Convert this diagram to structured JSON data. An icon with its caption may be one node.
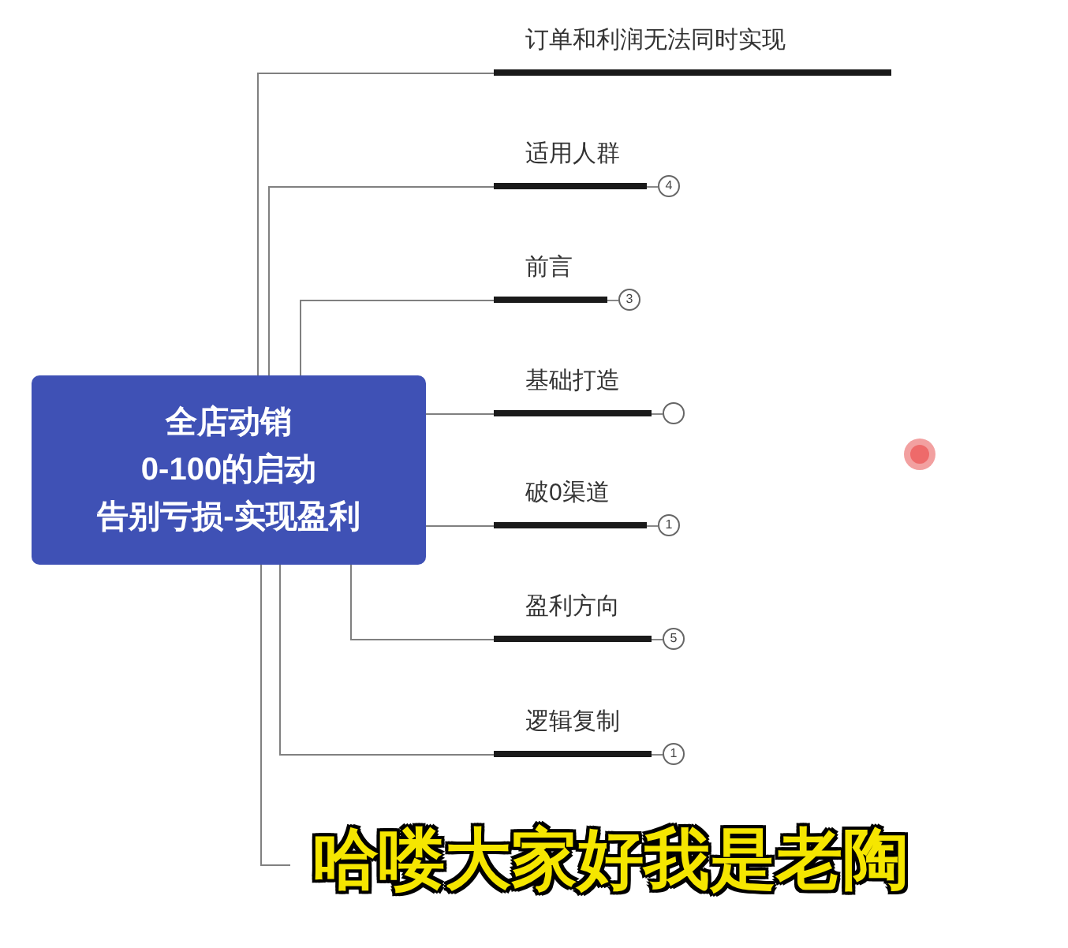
{
  "diagram": {
    "nodes": [
      {
        "text": [
          "全店动销",
          "0-100的启动",
          "告别亏损-实现盈利"
        ]
      },
      {
        "text": [
          "订单和利润无法同时实现"
        ]
      },
      {
        "text": [
          "适用人群",
          "4"
        ]
      },
      {
        "text": [
          "前言",
          "3"
        ]
      },
      {
        "text": [
          "基础打造"
        ]
      },
      {
        "text": [
          "破0渠道",
          "1"
        ]
      },
      {
        "text": [
          "盈利方向",
          "5"
        ]
      },
      {
        "text": [
          "逻辑复制",
          "1"
        ]
      }
    ],
    "edges": [
      {
        "from": 0,
        "to": 1,
        "arrow": "none"
      },
      {
        "from": 0,
        "to": 2,
        "arrow": "none"
      },
      {
        "from": 0,
        "to": 3,
        "arrow": "none"
      },
      {
        "from": 0,
        "to": 4,
        "arrow": "none"
      },
      {
        "from": 0,
        "to": 5,
        "arrow": "none"
      },
      {
        "from": 0,
        "to": 6,
        "arrow": "none"
      },
      {
        "from": 0,
        "to": 7,
        "arrow": "none"
      },
      {
        "from": 0,
        "to": null,
        "arrow": "none"
      }
    ],
    "labels": [
      "哈喽大家好我是老陶"
    ]
  }
}
